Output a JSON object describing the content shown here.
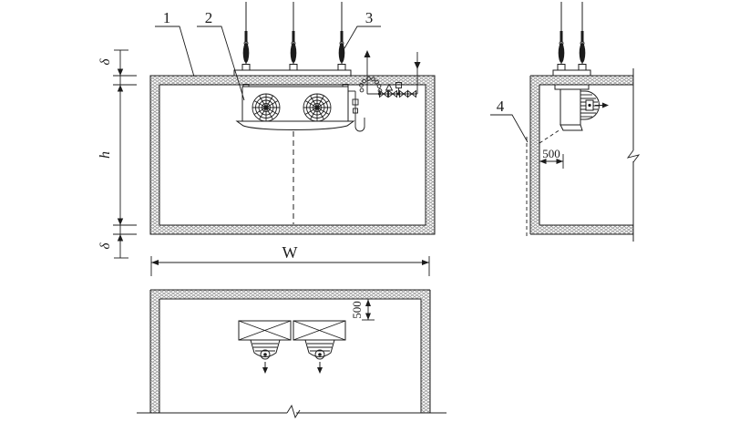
{
  "drawing": {
    "background_color": "#ffffff",
    "line_color": "#1c1c1c",
    "hatch_color": "#9c9c9c",
    "part_labels": {
      "wall_panel": "1",
      "air_cooler": "2",
      "suspension_rod": "3",
      "panel_joint": "4"
    },
    "dimensions": {
      "ceiling_thickness": "δ",
      "room_height": "h",
      "floor_thickness": "δ",
      "room_width": "W",
      "side_wall_clearance": "500",
      "back_wall_clearance": "500"
    }
  }
}
